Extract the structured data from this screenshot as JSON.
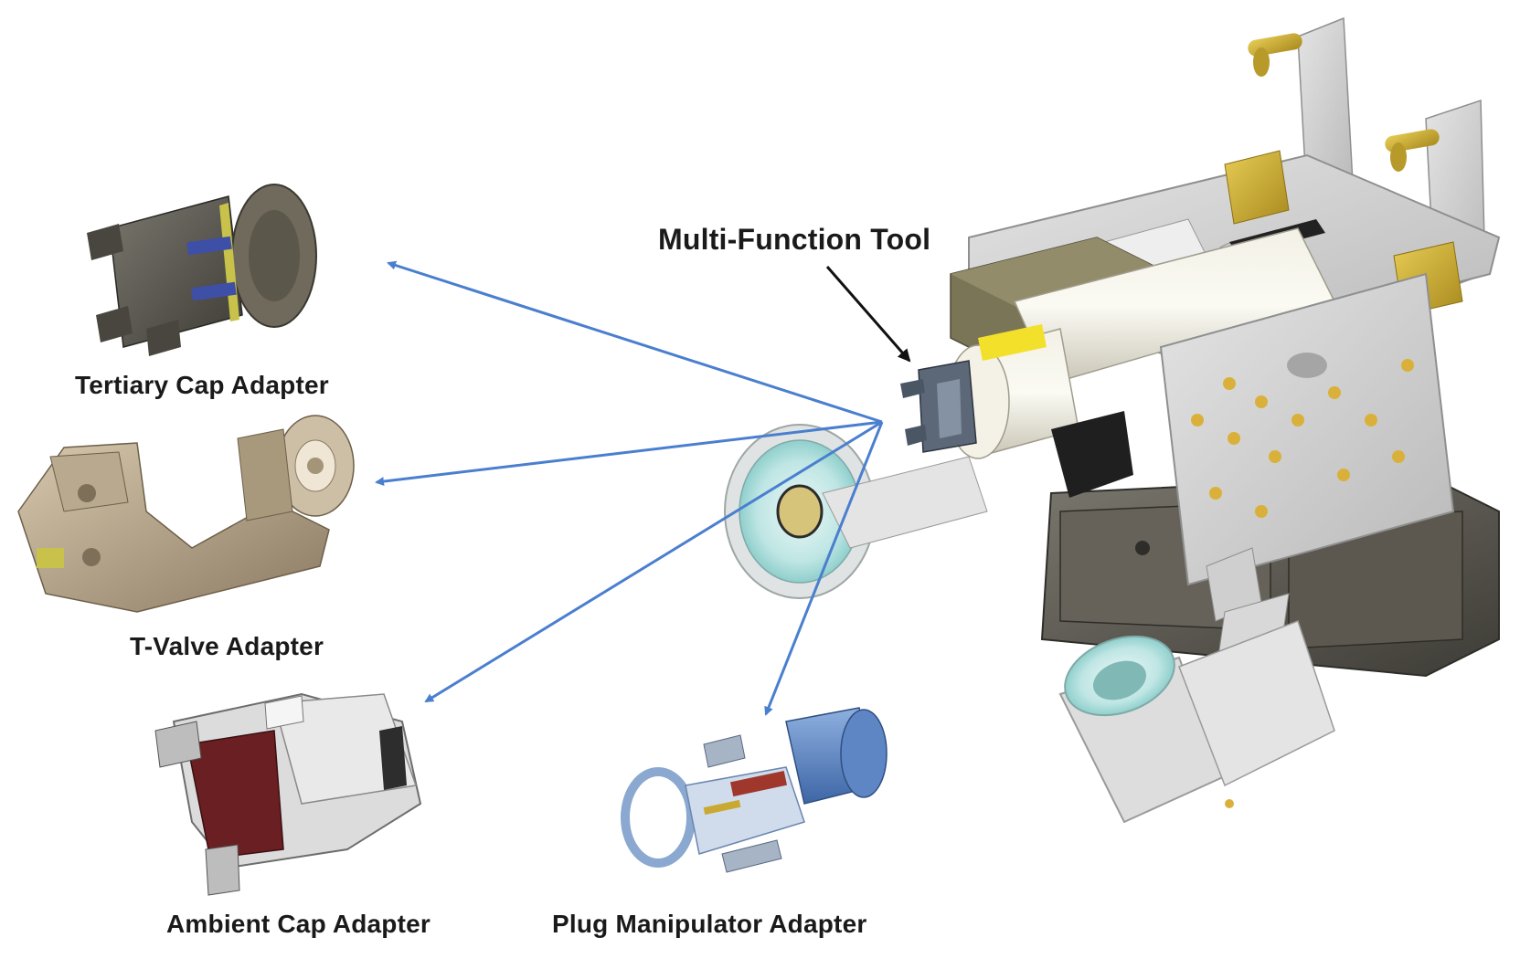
{
  "labels": {
    "multi_function_tool": "Multi-Function Tool",
    "tertiary_cap_adapter": "Tertiary Cap Adapter",
    "t_valve_adapter": "T-Valve Adapter",
    "ambient_cap_adapter": "Ambient Cap Adapter",
    "plug_manipulator_adapter": "Plug Manipulator Adapter"
  },
  "colors": {
    "arrow_blue": "#4a7fcf",
    "callout_arrow": "#111111",
    "label_text": "#1a1a1a",
    "frame_gray": "#d4d4d4",
    "brass": "#c9a932",
    "dark_housing": "#55524a",
    "teal_cup": "#bfe6e4",
    "blue_part": "#5f86c4",
    "olive_box": "#7b7558"
  }
}
